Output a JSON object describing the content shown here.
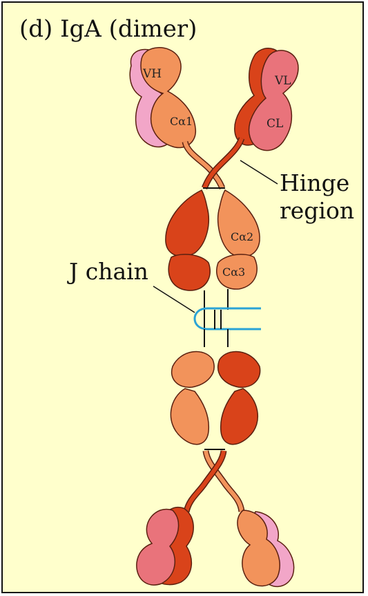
{
  "title": "(d) IgA (dimer)",
  "labels": {
    "hinge_line1": "Hinge",
    "hinge_line2": "region",
    "j_chain": "J chain"
  },
  "domains": {
    "vh": "VH",
    "vl": "VL",
    "ca1": "Cα1",
    "cl": "CL",
    "ca2": "Cα2",
    "ca3": "Cα3"
  },
  "colors": {
    "background": "#ffffcc",
    "heavy_light_orange": "#f2935b",
    "heavy_dark_red": "#d9431a",
    "light_chain_pink": "#e9737b",
    "light_chain_pale": "#f2a6c8",
    "j_chain_blue": "#2aa3d6",
    "outline": "#5a2010"
  }
}
